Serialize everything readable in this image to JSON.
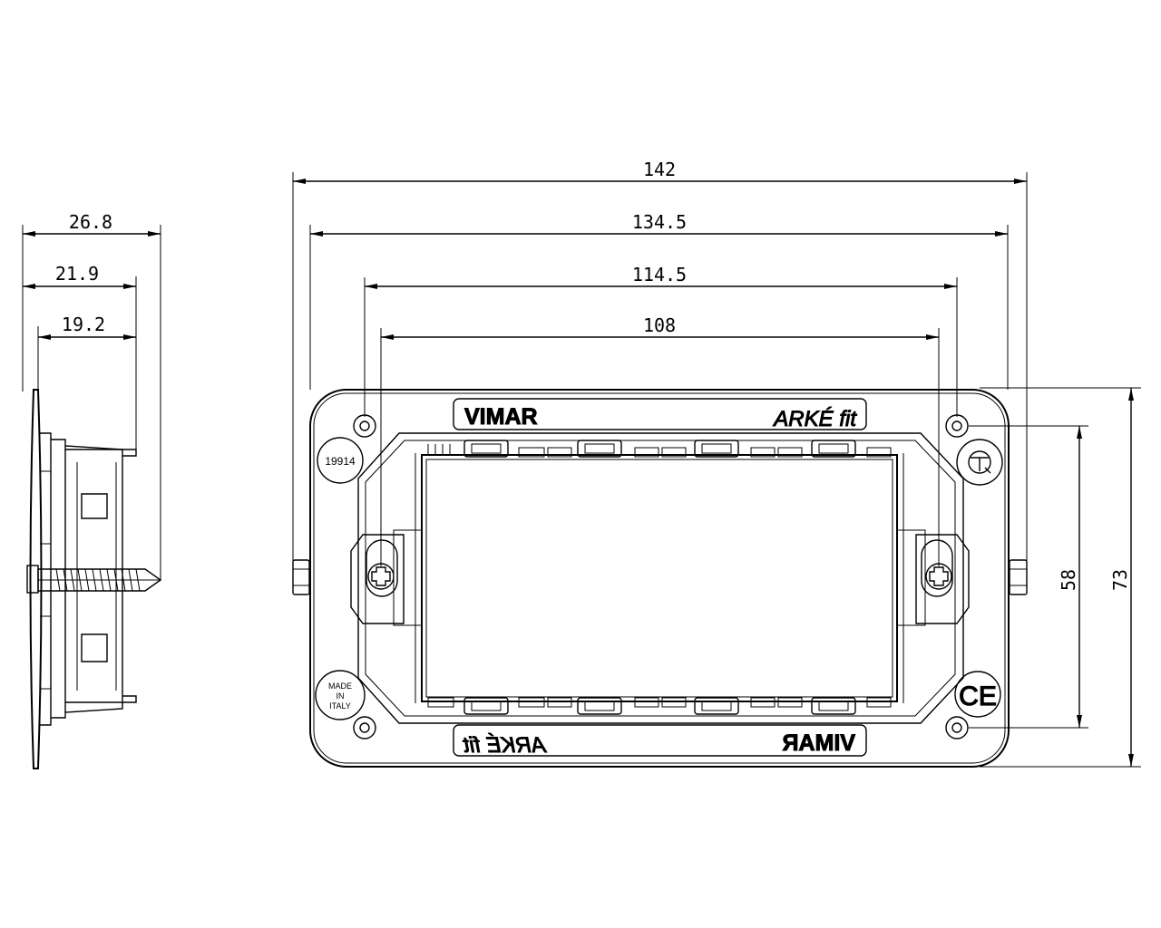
{
  "dimensions": {
    "side_total": "26.8",
    "side_mid": "21.9",
    "side_body": "19.2",
    "width_outer": "142",
    "width_frame": "134.5",
    "width_holes": "114.5",
    "width_opening": "108",
    "height_inner": "58",
    "height_outer": "73"
  },
  "plate": {
    "brand_top": "VIMAR",
    "product_top": "ARKÉ fit",
    "code": "19914",
    "made_in": [
      "MADE",
      "IN",
      "ITALY"
    ],
    "ce_mark": "CE",
    "brand_bottom": "VIMAR",
    "product_bottom": "ARKÉ fit"
  },
  "icons": [
    "screw-icon",
    "mounting-hole-icon",
    "quality-mark-icon",
    "ce-mark-icon"
  ]
}
